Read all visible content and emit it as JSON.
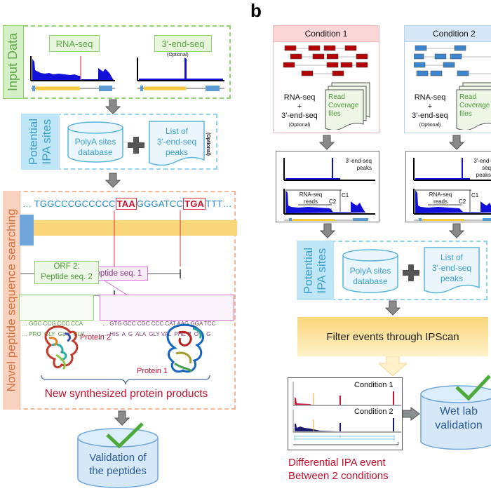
{
  "panel_b_label": "b",
  "panel_a": {
    "input_data": {
      "side_label": "Input Data",
      "rna_seq_label": "RNA-seq",
      "end_seq_label": "3'-end-seq",
      "end_seq_note": "(Optional)"
    },
    "potential_ipa": {
      "side_label_line1": "Potential",
      "side_label_line2": "IPA sites",
      "db_line1": "PolyA sites",
      "db_line2": "database",
      "list_line1": "List of",
      "list_line2": "3'-end-seq",
      "list_line3": "peaks",
      "list_note": "(Optional)"
    },
    "novel_peptide": {
      "side_label": "Novel peptide sequence searching",
      "seq_prefix": "… TGGCCCGCCCCC",
      "stop1": "TAA",
      "seq_mid": "GGGATCC",
      "stop2": "TGA",
      "seq_suffix": "TTT…",
      "orf1_label": "ORF 1: Peptide seq. 1",
      "orf2_line1": "ORF 2:",
      "orf2_line2": "Peptide seq. 2",
      "orf2_codons": "… GGC CCG CCC CCA",
      "orf2_aa": "… PRO  GLY  GLY   GLY",
      "orf1_codons": "… GTG GCC CGC CCC CAT AAG GGA TCC",
      "orf1_aa": "… HIS  A  G  ALA  GLY VAL  PHE P  O A  G",
      "protein2_label": "Protein 2",
      "protein1_label": "Protein 1",
      "products_label": "New synthesized protein products"
    },
    "validation": {
      "line1": "Validation of",
      "line2": "the peptides"
    }
  },
  "panel_b": {
    "condition1": {
      "title": "Condition 1",
      "input_line1": "RNA-seq",
      "input_plus": "+",
      "input_line2": "3'-end-seq",
      "input_note": "(Optional)",
      "file_line1": "Read",
      "file_line2": "Coverage",
      "file_line3": "files"
    },
    "condition2": {
      "title": "Condition 2",
      "input_line1": "RNA-seq",
      "input_plus": "+",
      "input_line2": "3'-end-seq",
      "input_note": "(Optional)",
      "file_line1": "Read",
      "file_line2": "Coverage",
      "file_line3": "files"
    },
    "coverage_plot": {
      "peaks_line1": "3'-end-seq",
      "peaks_line2": "peaks",
      "reads_line1": "RNA-seq",
      "reads_line2": "reads",
      "c1": "C1",
      "c2": "C2"
    },
    "potential_ipa": {
      "side_label_line1": "Potential",
      "side_label_line2": "IPA sites",
      "db_line1": "PolyA sites",
      "db_line2": "database",
      "list_line1": "List of",
      "list_line2": "3'-end-seq",
      "list_line3": "peaks"
    },
    "filter_label": "Filter events through IPScan",
    "diff_plot": {
      "cond1": "Condition 1",
      "cond2": "Condition 2",
      "axis_tick": "3"
    },
    "diff_caption_line1": "Differential IPA event",
    "diff_caption_line2": "Between 2 conditions",
    "wet_lab_line1": "Wet lab",
    "wet_lab_line2": "validation"
  },
  "colors": {
    "green": "#7fcf5f",
    "blue_box": "#9fd6ee",
    "orange": "#f4a983",
    "red_text": "#c8102e",
    "seq_blue": "#1f8bd0",
    "pink": "#d96fd6",
    "condition1": "#b30000",
    "condition2": "#3b86cf"
  }
}
